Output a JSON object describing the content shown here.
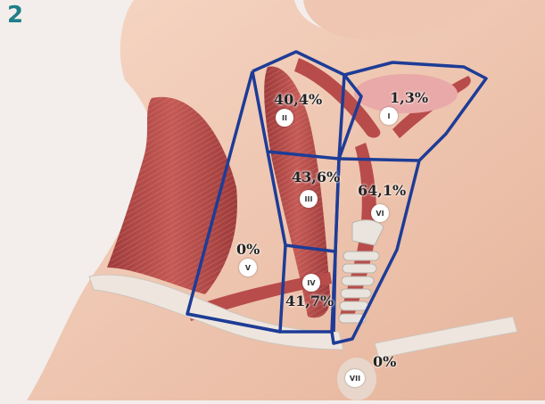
{
  "figure": {
    "number": "2",
    "colors": {
      "accent": "#1f7e8a",
      "border": "#1e3c96",
      "skin": "#f1c9b3",
      "muscle": "#b94a4a",
      "cartilage": "#e9e4de"
    }
  },
  "levels": [
    {
      "id": "I",
      "roman": "I",
      "percent": "1,3%"
    },
    {
      "id": "II",
      "roman": "II",
      "percent": "40,4%"
    },
    {
      "id": "III",
      "roman": "III",
      "percent": "43,6%"
    },
    {
      "id": "IV",
      "roman": "IV",
      "percent": "41,7%"
    },
    {
      "id": "V",
      "roman": "V",
      "percent": "0%"
    },
    {
      "id": "VI",
      "roman": "VI",
      "percent": "64,1%"
    },
    {
      "id": "VII",
      "roman": "VII",
      "percent": "0%"
    }
  ]
}
